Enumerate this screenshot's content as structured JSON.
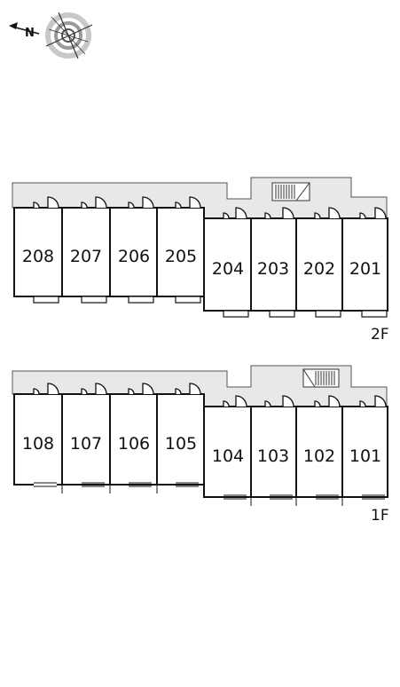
{
  "compass": {
    "north_letter": "N",
    "icon": "compass-rose-icon"
  },
  "floors": [
    {
      "label": "2F",
      "rooms": [
        "208",
        "207",
        "206",
        "205",
        "204",
        "203",
        "202",
        "201"
      ]
    },
    {
      "label": "1F",
      "rooms": [
        "108",
        "107",
        "106",
        "105",
        "104",
        "103",
        "102",
        "101"
      ]
    }
  ],
  "colors": {
    "corridor": "#e8e8e8",
    "wall": "#111111",
    "door": "#111111"
  }
}
